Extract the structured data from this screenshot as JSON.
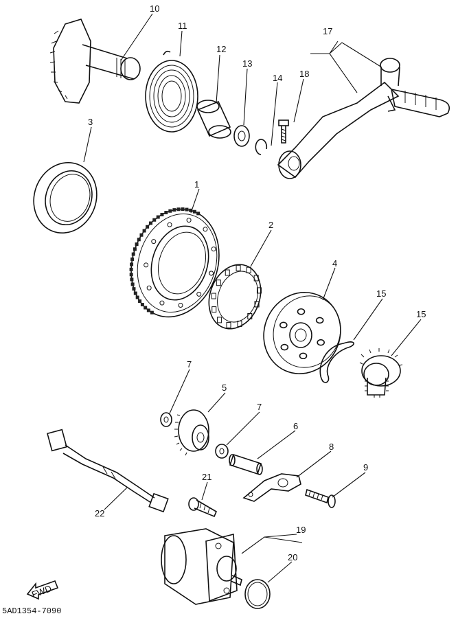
{
  "callouts": {
    "c1": "1",
    "c2": "2",
    "c3": "3",
    "c4": "4",
    "c5": "5",
    "c6": "6",
    "c7a": "7",
    "c7b": "7",
    "c8": "8",
    "c9": "9",
    "c10": "10",
    "c11": "11",
    "c12": "12",
    "c13": "13",
    "c14": "14",
    "c15a": "15",
    "c15b": "15",
    "c17": "17",
    "c18": "18",
    "c19": "19",
    "c20": "20",
    "c21": "21",
    "c22": "22"
  },
  "fwd_label": "FWD",
  "diagram_code": "5AD1354-7090"
}
